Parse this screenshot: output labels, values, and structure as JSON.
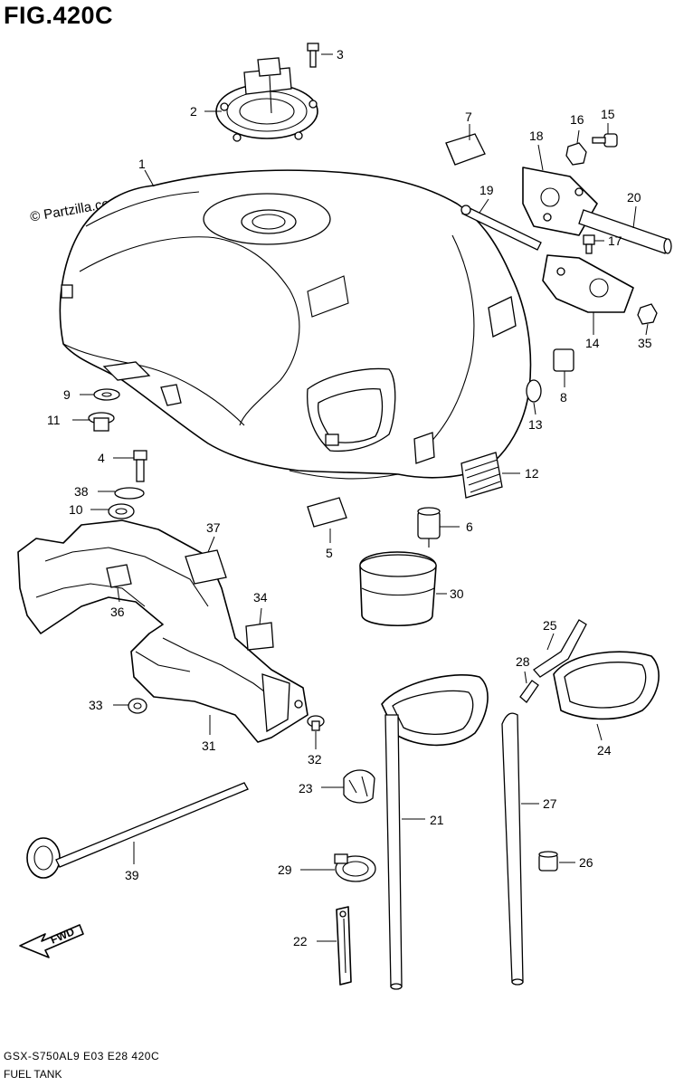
{
  "figure": {
    "title": "FIG.420C",
    "watermark": "© Partzilla.com",
    "model_code": "GSX-S750AL9 E03 E28 420C",
    "section_name": "FUEL TANK",
    "fwd_label": "FWD"
  },
  "callouts": [
    "1",
    "2",
    "3",
    "4",
    "5",
    "6",
    "7",
    "8",
    "9",
    "10",
    "11",
    "12",
    "13",
    "14",
    "15",
    "16",
    "17",
    "18",
    "19",
    "20",
    "21",
    "22",
    "23",
    "24",
    "25",
    "26",
    "27",
    "28",
    "29",
    "30",
    "31",
    "32",
    "33",
    "34",
    "35",
    "36",
    "37",
    "38",
    "39"
  ],
  "colors": {
    "line": "#000000",
    "background": "#ffffff"
  }
}
